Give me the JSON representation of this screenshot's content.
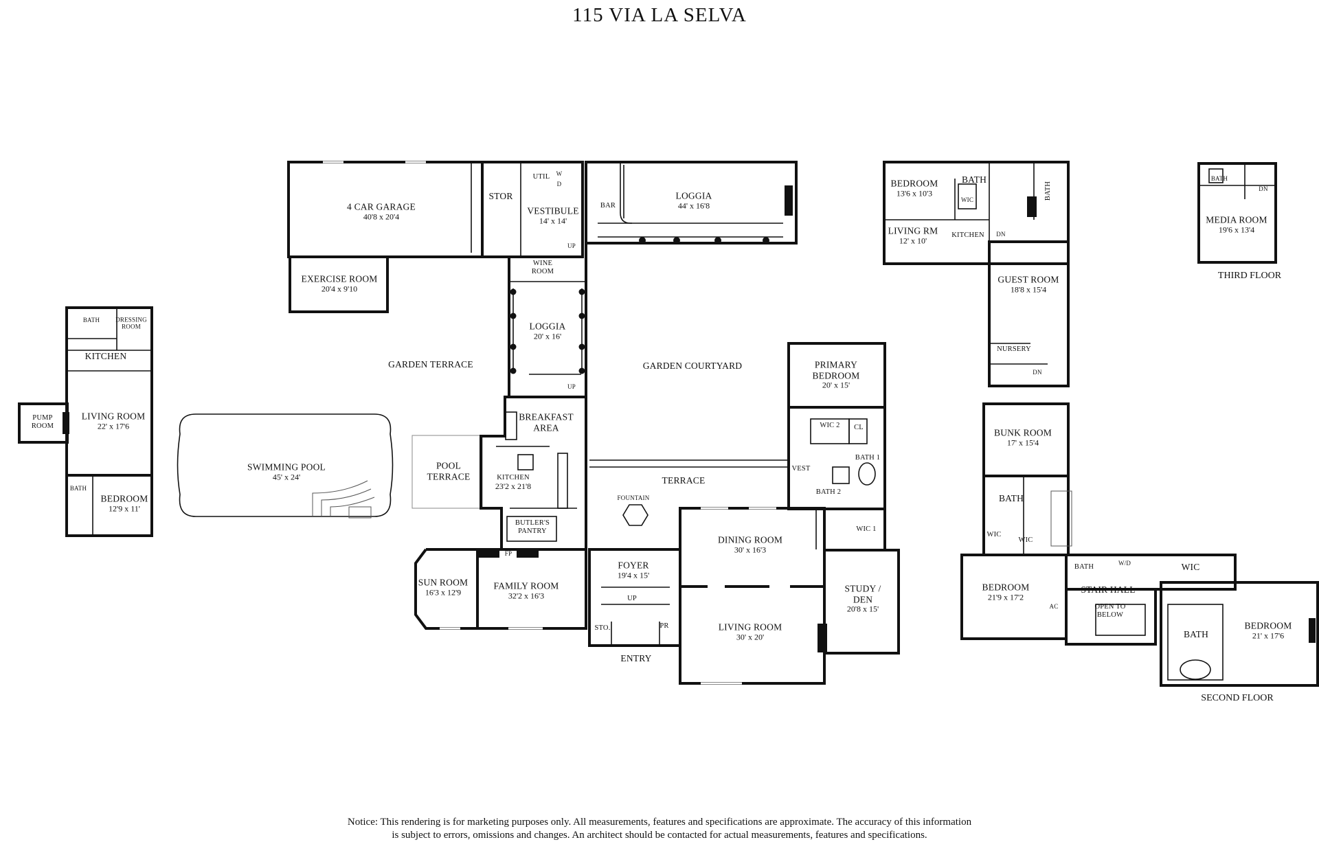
{
  "title": "115 VIA LA SELVA",
  "notice": {
    "line1": "Notice: This rendering is for marketing purposes only. All measurements, features and specifications are approximate. The accuracy of this information",
    "line2": "is subject to errors, omissions and changes. An architect should be contacted for actual measurements, features and specifications."
  },
  "floors": {
    "second": "SECOND FLOOR",
    "third": "THIRD FLOOR"
  },
  "rooms": {
    "garage": {
      "name": "4 CAR GARAGE",
      "dims": "40'8 x 20'4"
    },
    "stor": {
      "name": "STOR"
    },
    "util": {
      "name": "UTIL"
    },
    "w": {
      "name": "W"
    },
    "d": {
      "name": "D"
    },
    "vestibule": {
      "name": "VESTIBULE",
      "dims": "14' x 14'"
    },
    "bar": {
      "name": "BAR"
    },
    "loggia1": {
      "name": "LOGGIA",
      "dims": "44' x 16'8"
    },
    "exercise": {
      "name": "EXERCISE ROOM",
      "dims": "20'4 x 9'10"
    },
    "wine": {
      "name": "WINE",
      "name2": "ROOM"
    },
    "up1": {
      "name": "UP"
    },
    "loggia2": {
      "name": "LOGGIA",
      "dims": "20' x 16'"
    },
    "up2": {
      "name": "UP"
    },
    "garden_terrace": {
      "name": "GARDEN TERRACE"
    },
    "garden_courtyard": {
      "name": "GARDEN COURTYARD"
    },
    "gh_bath": {
      "name": "BATH"
    },
    "gh_dressing": {
      "name": "DRESSING",
      "name2": "ROOM"
    },
    "gh_kitchen": {
      "name": "KITCHEN"
    },
    "gh_living": {
      "name": "LIVING ROOM",
      "dims": "22' x 17'6"
    },
    "pump": {
      "name": "PUMP",
      "name2": "ROOM"
    },
    "gh_bath2": {
      "name": "BATH"
    },
    "gh_bedroom": {
      "name": "BEDROOM",
      "dims": "12'9 x 11'"
    },
    "pool": {
      "name": "SWIMMING POOL",
      "dims": "45' x 24'"
    },
    "pool_terrace": {
      "name": "POOL",
      "name2": "TERRACE"
    },
    "breakfast": {
      "name": "BREAKFAST",
      "name2": "AREA"
    },
    "kitchen": {
      "name": "KITCHEN",
      "dims": "23'2 x 21'8"
    },
    "butlers": {
      "name": "BUTLER'S",
      "name2": "PANTRY"
    },
    "fp": {
      "name": "FP"
    },
    "sun": {
      "name": "SUN ROOM",
      "dims": "16'3 x 12'9"
    },
    "family": {
      "name": "FAMILY ROOM",
      "dims": "32'2 x 16'3"
    },
    "fountain": {
      "name": "FOUNTAIN"
    },
    "terrace": {
      "name": "TERRACE"
    },
    "foyer": {
      "name": "FOYER",
      "dims": "19'4 x 15'"
    },
    "up3": {
      "name": "UP"
    },
    "sto": {
      "name": "STO."
    },
    "pr": {
      "name": "PR"
    },
    "entry": {
      "name": "ENTRY"
    },
    "dining": {
      "name": "DINING ROOM",
      "dims": "30' x 16'3"
    },
    "living": {
      "name": "LIVING ROOM",
      "dims": "30' x 20'"
    },
    "primary": {
      "name": "PRIMARY",
      "name2": "BEDROOM",
      "dims": "20' x 15'"
    },
    "wic2": {
      "name": "WIC 2"
    },
    "cl": {
      "name": "CL"
    },
    "vest": {
      "name": "VEST"
    },
    "bath1": {
      "name": "BATH 1"
    },
    "bath2": {
      "name": "BATH 2"
    },
    "wic1": {
      "name": "WIC 1"
    },
    "study": {
      "name": "STUDY /",
      "name2": "DEN",
      "dims": "20'8 x 15'"
    },
    "s_bedroom1": {
      "name": "BEDROOM",
      "dims": "13'6 x 10'3"
    },
    "s_bath1": {
      "name": "BATH"
    },
    "s_wic1": {
      "name": "WIC"
    },
    "s_bath_v": {
      "name": "BATH"
    },
    "s_living": {
      "name": "LIVING RM",
      "dims": "12' x 10'"
    },
    "s_kitchen": {
      "name": "KITCHEN"
    },
    "s_dn1": {
      "name": "DN"
    },
    "guest": {
      "name": "GUEST ROOM",
      "dims": "18'8 x 15'4"
    },
    "nursery": {
      "name": "NURSERY"
    },
    "s_dn2": {
      "name": "DN"
    },
    "bunk": {
      "name": "BUNK ROOM",
      "dims": "17' x 15'4"
    },
    "s_bath2": {
      "name": "BATH"
    },
    "s_wic2": {
      "name": "WIC"
    },
    "s_wic3": {
      "name": "WIC"
    },
    "s_bedroom2": {
      "name": "BEDROOM",
      "dims": "21'9 x 17'2"
    },
    "s_bath3": {
      "name": "BATH"
    },
    "wd": {
      "name": "W/D"
    },
    "s_wic4": {
      "name": "WIC"
    },
    "stair_hall": {
      "name": "STAIR HALL"
    },
    "ac": {
      "name": "AC"
    },
    "open_below": {
      "name": "OPEN TO",
      "name2": "BELOW"
    },
    "s_bath4": {
      "name": "BATH"
    },
    "s_bedroom3": {
      "name": "BEDROOM",
      "dims": "21' x 17'6"
    },
    "t_bath": {
      "name": "BATH"
    },
    "t_dn": {
      "name": "DN"
    },
    "media": {
      "name": "MEDIA ROOM",
      "dims": "19'6 x 13'4"
    }
  }
}
